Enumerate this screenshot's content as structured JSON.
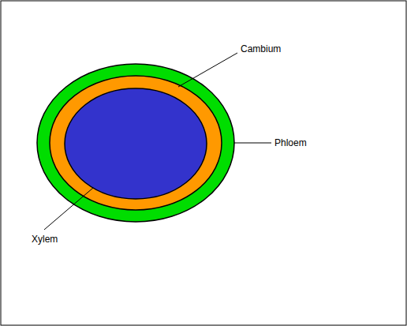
{
  "diagram": {
    "labels": [
      "Cambium",
      "Phloem",
      "Xylem"
    ]
  }
}
